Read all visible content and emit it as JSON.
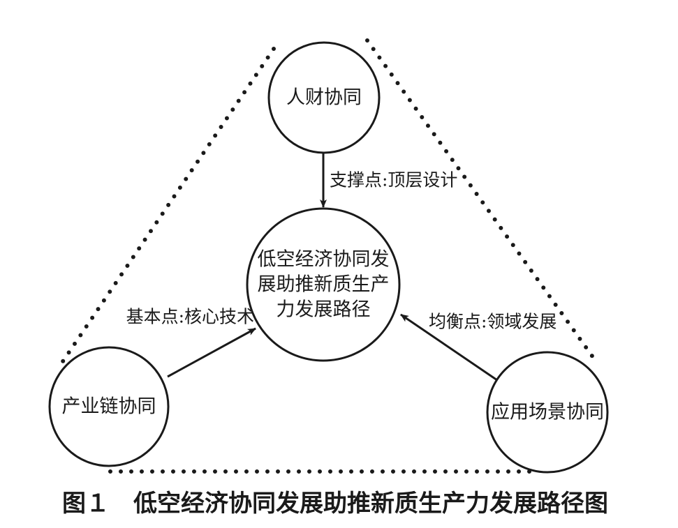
{
  "nodes": {
    "top": "人财协同",
    "center_line1": "低空经济协同发",
    "center_line2": "展助推新质生产",
    "center_line3": "力发展路径",
    "left": "产业链协同",
    "right": "应用场景协同"
  },
  "edges": {
    "top_to_center": "支撑点:顶层设计",
    "left_to_center": "基本点:核心技术",
    "right_to_center": "均衡点:领域发展"
  },
  "caption": "图１　低空经济协同发展助推新质生产力发展路径图",
  "colors": {
    "stroke": "#1a1a1a",
    "background": "#ffffff"
  }
}
